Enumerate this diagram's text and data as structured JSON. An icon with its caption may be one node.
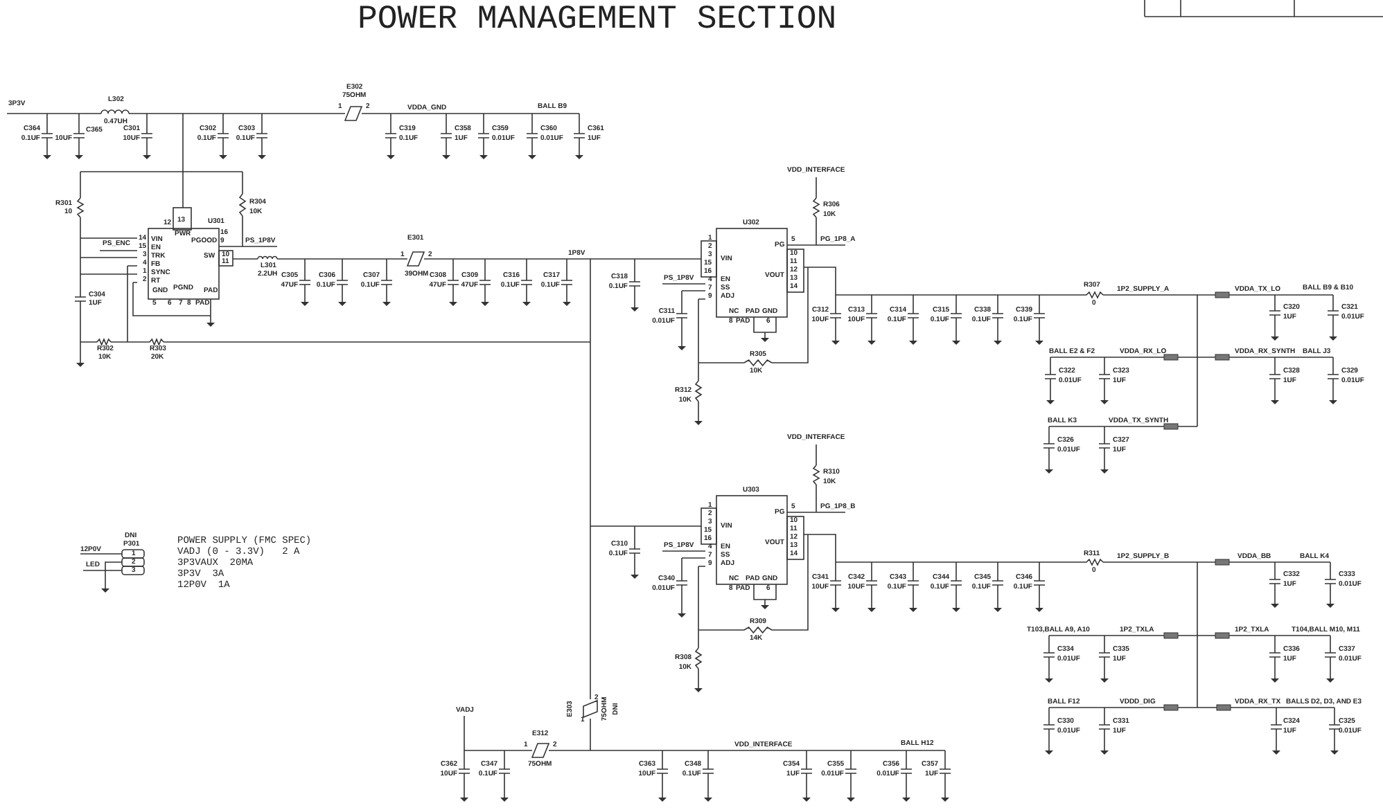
{
  "diagram": {
    "title": "POWER MANAGEMENT SECTION",
    "labels": [
      "3P3V",
      "L302",
      "0.47UH",
      "C364",
      "0.1UF",
      "10UF",
      "C365",
      "C301",
      "10UF",
      "C302",
      "0.1UF",
      "C303",
      "0.1UF",
      "E302",
      "75OHM",
      "1",
      "2",
      "VDDA_GND",
      "BALL B9",
      "C319",
      "0.1UF",
      "C358",
      "1UF",
      "C359",
      "0.01UF",
      "C360",
      "0.01UF",
      "C361",
      "1UF",
      "R301",
      "10",
      "R304",
      "10K",
      "12",
      "13",
      "U301",
      "PWR",
      "14",
      "VIN",
      "15",
      "EN",
      "PS_ENC",
      "3",
      "TRK",
      "4",
      "FB",
      "1",
      "SYNC",
      "2",
      "RT",
      "PGOOD",
      "16",
      "9",
      "SW",
      "10",
      "11",
      "GND",
      "5",
      "PGND",
      "6",
      "7",
      "8",
      "PAD",
      "PAD",
      "PS_1P8V",
      "L301",
      "2.2UH",
      "C305",
      "47UF",
      "C306",
      "0.1UF",
      "C307",
      "0.1UF",
      "E301",
      "1",
      "2",
      "39OHM",
      "C308",
      "47UF",
      "C309",
      "47UF",
      "C316",
      "0.1UF",
      "C317",
      "0.1UF",
      "1P8V",
      "C304",
      "1UF",
      "R302",
      "10K",
      "R303",
      "20K",
      "VDD_INTERFACE",
      "R306",
      "10K",
      "U302",
      "1",
      "2",
      "3",
      "15",
      "16",
      "VIN",
      "4",
      "EN",
      "7",
      "SS",
      "9",
      "ADJ",
      "PG",
      "5",
      "10",
      "11",
      "12",
      "13",
      "14",
      "VOUT",
      "NC",
      "PAD",
      "GND",
      "8",
      "PAD",
      "6",
      "PG_1P8_A",
      "C318",
      "0.1UF",
      "PS_1P8V",
      "C311",
      "0.01UF",
      "R305",
      "10K",
      "R312",
      "10K",
      "C312",
      "10UF",
      "C313",
      "10UF",
      "C314",
      "0.1UF",
      "C315",
      "0.1UF",
      "C338",
      "0.1UF",
      "C339",
      "0.1UF",
      "R307",
      "0",
      "1P2_SUPPLY_A",
      "VDDA_TX_LO",
      "BALL B9 & B10",
      "C320",
      "1UF",
      "C321",
      "0.01UF",
      "BALL E2 & F2",
      "VDDA_RX_LO",
      "VDDA_RX_SYNTH",
      "BALL J3",
      "C322",
      "0.01UF",
      "C323",
      "1UF",
      "C328",
      "1UF",
      "C329",
      "0.01UF",
      "BALL K3",
      "VDDA_TX_SYNTH",
      "C326",
      "0.01UF",
      "C327",
      "1UF",
      "DNI",
      "P301",
      "12P0V",
      "LED",
      "1",
      "2",
      "3",
      "POWER SUPPLY (FMC SPEC)",
      "VADJ (0 - 3.3V)   2 A",
      "3P3VAUX  20MA",
      "3P3V  3A",
      "12P0V  1A",
      "VDD_INTERFACE",
      "R310",
      "10K",
      "U303",
      "1",
      "2",
      "3",
      "15",
      "16",
      "VIN",
      "4",
      "EN",
      "7",
      "SS",
      "9",
      "ADJ",
      "PG",
      "5",
      "10",
      "11",
      "12",
      "13",
      "14",
      "VOUT",
      "NC",
      "PAD",
      "GND",
      "8",
      "PAD",
      "6",
      "PG_1P8_B",
      "C310",
      "0.1UF",
      "PS_1P8V",
      "C340",
      "0.01UF",
      "R309",
      "14K",
      "R308",
      "10K",
      "C341",
      "10UF",
      "C342",
      "10UF",
      "C343",
      "0.1UF",
      "C344",
      "0.1UF",
      "C345",
      "0.1UF",
      "C346",
      "0.1UF",
      "R311",
      "0",
      "1P2_SUPPLY_B",
      "VDDA_BB",
      "BALL K4",
      "C332",
      "1UF",
      "C333",
      "0.01UF",
      "T103,BALL A9, A10",
      "1P2_TXLA",
      "1P2_TXLA",
      "T104,BALL M10, M11",
      "C334",
      "0.01UF",
      "C335",
      "1UF",
      "C336",
      "1UF",
      "C337",
      "0.01UF",
      "BALL F12",
      "VDDD_DIG",
      "VDDA_RX_TX",
      "BALLS D2, D3, AND E3",
      "C330",
      "0.01UF",
      "C331",
      "1UF",
      "C324",
      "1UF",
      "C325",
      "0.01UF",
      "VADJ",
      "C362",
      "10UF",
      "C347",
      "0.1UF",
      "E312",
      "1",
      "2",
      "75OHM",
      "E303",
      "1",
      "2",
      "75OHM",
      "DNI",
      "VDD_INTERFACE",
      "BALL H12",
      "C363",
      "10UF",
      "C348",
      "0.1UF",
      "C354",
      "1UF",
      "C355",
      "0.01UF",
      "C356",
      "0.01UF",
      "C357",
      "1UF"
    ]
  }
}
